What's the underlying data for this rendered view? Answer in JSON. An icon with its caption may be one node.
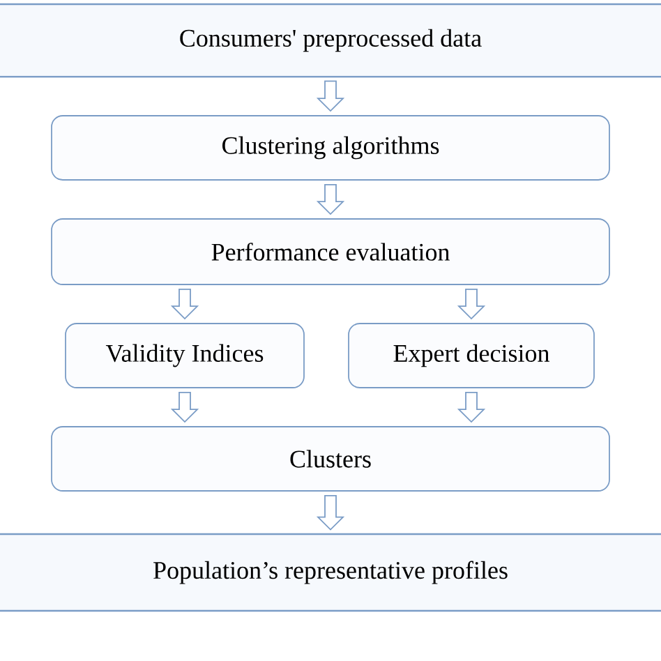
{
  "diagram": {
    "nodes": [
      {
        "text": [
          "Consumers' preprocessed data"
        ]
      },
      {
        "text": [
          "Clustering algorithms"
        ]
      },
      {
        "text": [
          "Performance evaluation"
        ]
      },
      {
        "text": [
          "Validity Indices"
        ]
      },
      {
        "text": [
          "Expert decision"
        ]
      },
      {
        "text": [
          "Clusters"
        ]
      },
      {
        "text": [
          "Population’s representative profiles"
        ]
      }
    ],
    "edges": [
      {
        "from": 0,
        "to": 1,
        "arrow": "to"
      },
      {
        "from": 1,
        "to": 2,
        "arrow": "to"
      },
      {
        "from": 2,
        "to": 3,
        "arrow": "to"
      },
      {
        "from": 2,
        "to": 4,
        "arrow": "to"
      },
      {
        "from": 3,
        "to": 5,
        "arrow": "to"
      },
      {
        "from": 4,
        "to": 5,
        "arrow": "to"
      },
      {
        "from": 5,
        "to": 6,
        "arrow": "to"
      }
    ]
  }
}
